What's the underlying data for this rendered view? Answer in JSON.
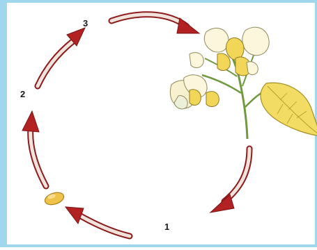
{
  "labels": {
    "stage_1": "1",
    "stage_2": "2",
    "stage_3": "3"
  },
  "colors": {
    "frame": "#9fd7ef",
    "arrow_fill": "#b22222",
    "arrow_shaft_light": "#f1e6df",
    "leaf": "#f2dc63",
    "flower": "#f8f0c4",
    "stem": "#6f9a3e"
  },
  "icons": [
    "seed-icon",
    "flowering-plant-icon",
    "arrow-icon"
  ]
}
